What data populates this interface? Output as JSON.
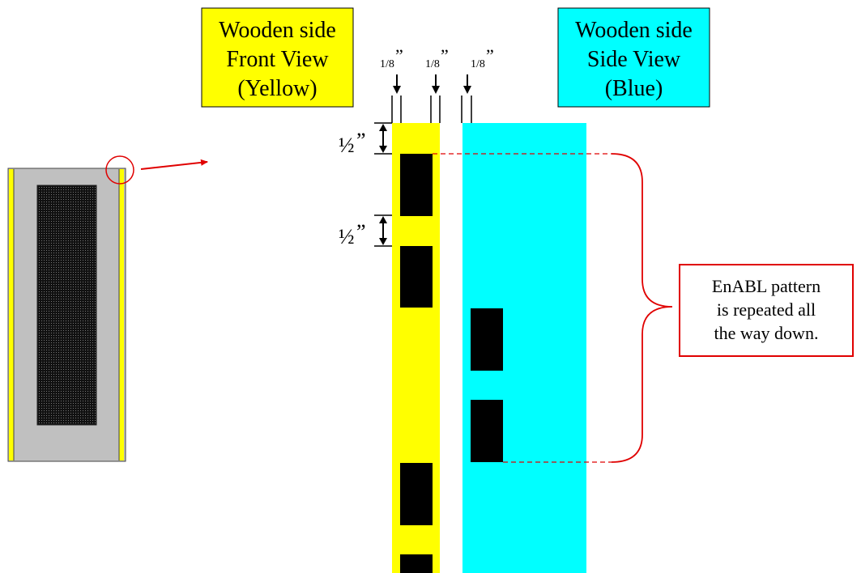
{
  "labels": {
    "front_view": [
      "Wooden side",
      "Front View",
      "(Yellow)"
    ],
    "side_view": [
      "Wooden side",
      "Side View",
      "(Blue)"
    ],
    "note": [
      "EnABL pattern",
      "is repeated all",
      "the way down."
    ],
    "dimensions": {
      "eighth": "1/8",
      "eighth_quotes": "”",
      "half": "½",
      "half_quotes": "”"
    }
  },
  "colors": {
    "front_wood": "#ffff00",
    "side_wood": "#00ffff",
    "panel_frame": "#c0c0c0",
    "panel_grille": "#1a1a1a",
    "highlight": "#e00000",
    "pattern_block": "#000000"
  }
}
